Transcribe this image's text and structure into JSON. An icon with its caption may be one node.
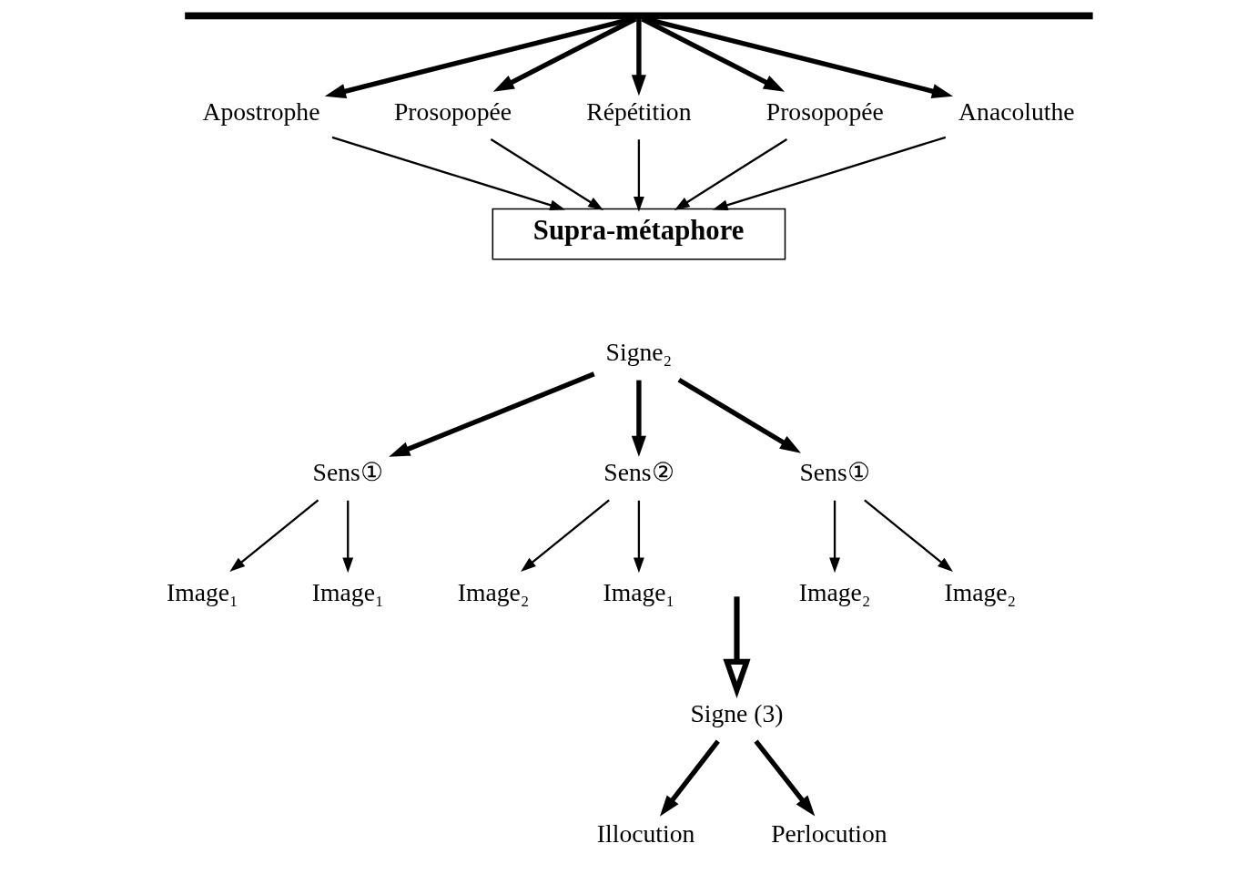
{
  "diagram": {
    "nodes": [
      {
        "text": [],
        "shape": "bar"
      },
      {
        "text": [
          "Apostrophe"
        ]
      },
      {
        "text": [
          "Prosopopée"
        ]
      },
      {
        "text": [
          "Répétition"
        ]
      },
      {
        "text": [
          "Prosopopée"
        ]
      },
      {
        "text": [
          "Anacoluthe"
        ]
      },
      {
        "text": [
          "Supra-métaphore"
        ]
      },
      {
        "text": [
          "Signe₂"
        ]
      },
      {
        "text": [
          "Sens①"
        ]
      },
      {
        "text": [
          "Sens②"
        ]
      },
      {
        "text": [
          "Sens①"
        ]
      },
      {
        "text": [
          "Image₁"
        ]
      },
      {
        "text": [
          "Image₁"
        ]
      },
      {
        "text": [
          "Image₂"
        ]
      },
      {
        "text": [
          "Image₁"
        ]
      },
      {
        "text": [
          "Image₂"
        ]
      },
      {
        "text": [
          "Image₂"
        ]
      },
      {
        "text": [
          "Signe (3)"
        ]
      },
      {
        "text": [
          "Illocution"
        ]
      },
      {
        "text": [
          "Perlocution"
        ]
      }
    ],
    "edges": [
      {
        "from": 0,
        "to": 1,
        "arrow": "to",
        "style": "thick"
      },
      {
        "from": 0,
        "to": 2,
        "arrow": "to",
        "style": "thick"
      },
      {
        "from": 0,
        "to": 3,
        "arrow": "to",
        "style": "thick"
      },
      {
        "from": 0,
        "to": 4,
        "arrow": "to",
        "style": "thick"
      },
      {
        "from": 0,
        "to": 5,
        "arrow": "to",
        "style": "thick"
      },
      {
        "from": 1,
        "to": 6,
        "arrow": "to"
      },
      {
        "from": 2,
        "to": 6,
        "arrow": "to"
      },
      {
        "from": 3,
        "to": 6,
        "arrow": "to"
      },
      {
        "from": 4,
        "to": 6,
        "arrow": "to"
      },
      {
        "from": 5,
        "to": 6,
        "arrow": "to"
      },
      {
        "from": 7,
        "to": 8,
        "arrow": "to",
        "style": "thick"
      },
      {
        "from": 7,
        "to": 9,
        "arrow": "to",
        "style": "thick"
      },
      {
        "from": 7,
        "to": 10,
        "arrow": "to",
        "style": "thick"
      },
      {
        "from": 8,
        "to": 11,
        "arrow": "to"
      },
      {
        "from": 8,
        "to": 12,
        "arrow": "to"
      },
      {
        "from": 9,
        "to": 13,
        "arrow": "to"
      },
      {
        "from": 9,
        "to": 14,
        "arrow": "to"
      },
      {
        "from": 10,
        "to": 15,
        "arrow": "to"
      },
      {
        "from": 10,
        "to": 16,
        "arrow": "to"
      },
      {
        "from": null,
        "to": 17,
        "arrow": "to",
        "style": "thick"
      },
      {
        "from": 17,
        "to": 18,
        "arrow": "to",
        "style": "thick"
      },
      {
        "from": 17,
        "to": 19,
        "arrow": "to",
        "style": "thick"
      }
    ]
  }
}
